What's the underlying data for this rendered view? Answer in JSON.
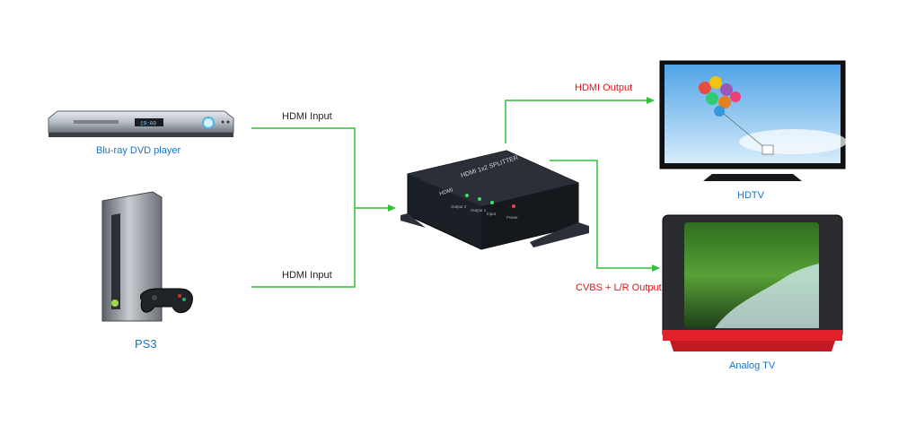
{
  "devices": {
    "bluray": {
      "label": "Blu-ray DVD player",
      "display_text": "19:00"
    },
    "ps3": {
      "label": "PS3"
    },
    "splitter": {
      "title": "HDMI 1x2 SPLITTER",
      "front_labels": [
        "Output 2",
        "Output 1",
        "Input",
        "Power"
      ],
      "brand": "HDMI"
    },
    "hdtv": {
      "label": "HDTV"
    },
    "analog_tv": {
      "label": "Analog TV"
    }
  },
  "connections": {
    "input_top": "HDMI Input",
    "input_bottom": "HDMI Input",
    "output_hdmi": "HDMI  Output",
    "output_cvbs": "CVBS + L/R  Output"
  },
  "colors": {
    "wire": "#2fbf3a",
    "device_label": "#1a73c9",
    "output_label": "#e0171e",
    "splitter_body": "#1b1f26",
    "analog_tv_frame": "#e3212a"
  }
}
